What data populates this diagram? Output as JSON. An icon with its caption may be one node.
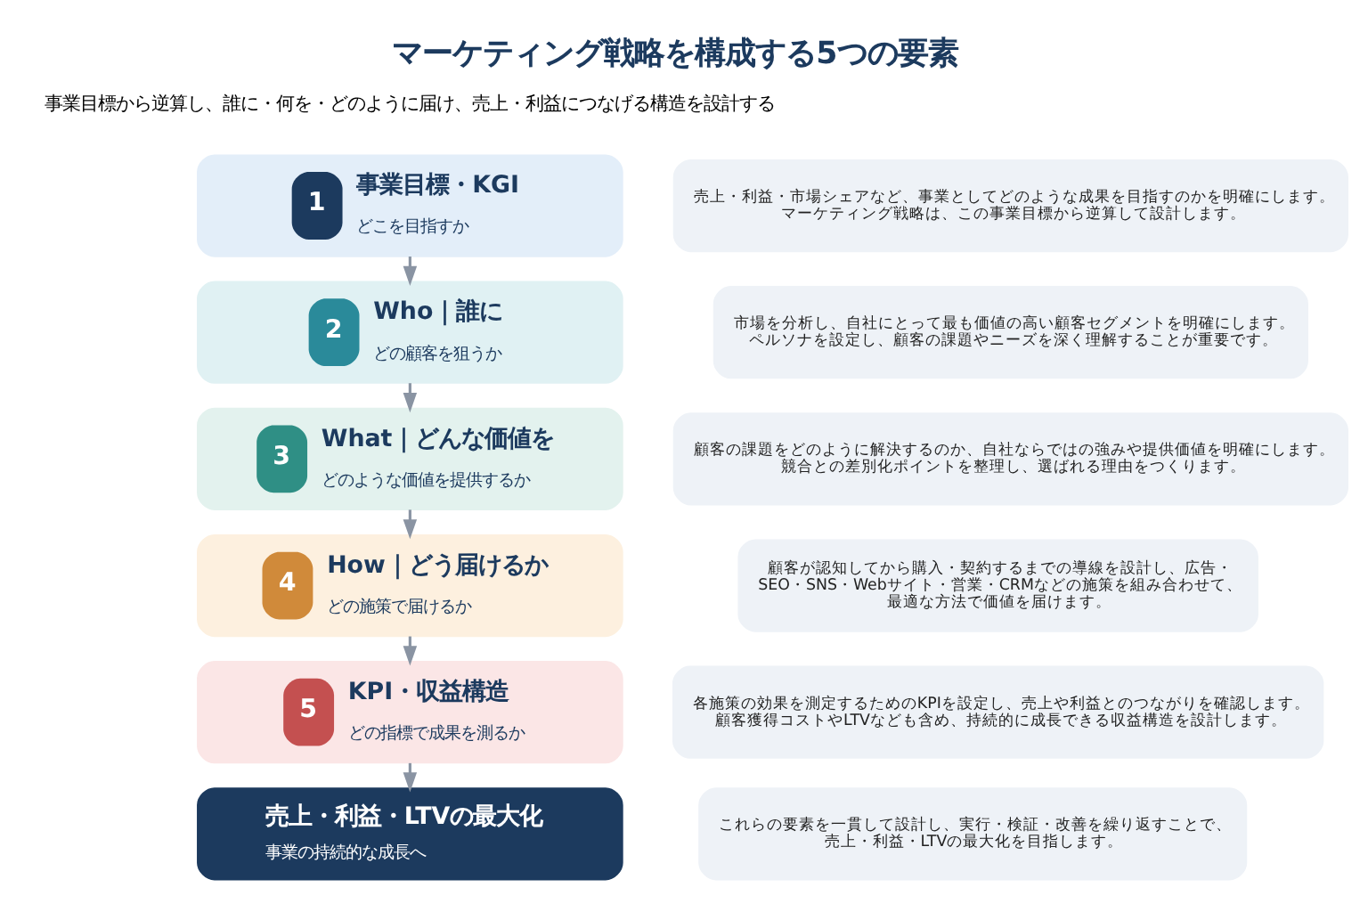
{
  "diagram": {
    "title": "マーケティング戦略を構成する5つの要素",
    "nodes": [
      {
        "text": [
          "1",
          "事業目標・KGI",
          "どこを目指すか"
        ]
      },
      {
        "text": [
          "売上・利益・市場シェアなど、事業としてどのような成果を目指すのかを明確にします。マーケティング戦略は、この事業目標から逆算して設計します。"
        ]
      },
      {
        "text": [
          "2",
          "Who｜誰に",
          "どの顧客を狙うか"
        ]
      },
      {
        "text": [
          "市場を分析し、自社にとって最も価値の高い顧客セグメントを明確にします。ペルソナを設定し、顧客の課題やニーズを深く理解することが重要です。"
        ]
      },
      {
        "text": [
          "3",
          "What｜どんな価値を",
          "どのような価値を提供するか"
        ]
      },
      {
        "text": [
          "顧客の課題をどのように解決するのか、自社ならではの強みや提供価値を明確にします。競合との差別化ポイントを整理し、選ばれる理由をつくります。"
        ]
      },
      {
        "text": [
          "4",
          "How｜どう届けるか",
          "どの施策で届けるか"
        ]
      },
      {
        "text": [
          "顧客が認知してから購入・契約するまでの導線を設計し、広告・SEO・SNS・Webサイト・営業・CRMなどの施策を組み合わせて、最適な方法で価値を届けます。"
        ]
      },
      {
        "text": [
          "5",
          "KPI・収益構造",
          "どの指標で成果を測るか"
        ]
      },
      {
        "text": [
          "各施策の効果を測定するためのKPIを設定し、売上や利益とのつながりを確認します。顧客獲得コストやLTVなども含め、持続的に成長できる収益構造を設計します。"
        ]
      },
      {
        "text": [
          "売上・利益・LTVの最大化",
          "事業の持続的な成長へ"
        ]
      },
      {
        "text": [
          "これらの要素を一貫して設計し、実行・検証・改善を繰り返すことで、売上・利益・LTVの最大化を目指します。"
        ]
      }
    ],
    "edges": [
      {
        "from": 0,
        "to": 2,
        "arrow": "to"
      },
      {
        "from": 2,
        "to": 4,
        "arrow": "to"
      },
      {
        "from": 4,
        "to": 6,
        "arrow": "to"
      },
      {
        "from": 6,
        "to": 8,
        "arrow": "to"
      },
      {
        "from": 8,
        "to": 10,
        "arrow": "to"
      }
    ],
    "labels": [
      "事業目標から逆算し、誰に・何を・どのように届け、売上・利益につなげる構造を設計する"
    ]
  }
}
